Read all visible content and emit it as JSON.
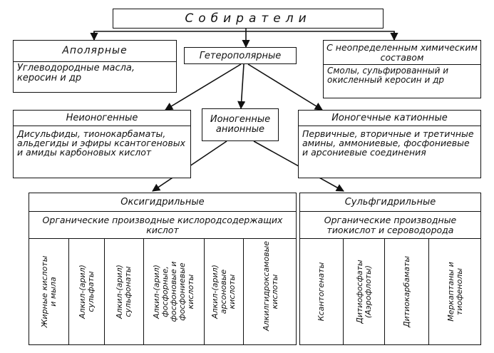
{
  "root": {
    "label": "Собиратели"
  },
  "apolar": {
    "title": "Аполярные",
    "desc": "Углеводородные масла, керосин и др"
  },
  "heteropolar": {
    "title": "Гетерополярные"
  },
  "undefined": {
    "title": "С неопределенным химическим составом",
    "desc": "Смолы, сульфированный и окисленный керосин и др"
  },
  "nonionic": {
    "title": "Неионогенные",
    "desc": "Дисульфиды, тионокарбаматы, альдегиды и эфиры ксантогеновых и амиды карбоновых кислот"
  },
  "anionic": {
    "title": "Ионогенные анионные"
  },
  "cationic": {
    "title": "Ионогечные катионные",
    "desc": "Первичные, вторичные и третичные амины, аммониевые, фосфониевые и арсониевые соединения"
  },
  "oxyhydryl": {
    "title": "Оксигидрильные",
    "subtitle": "Органические производные кислородсодержащих кислот",
    "items": [
      "Жирные кислоты и мыла",
      "Алкил-(арил) сульфаты",
      "Алкил-(арил) сульфонаты",
      "Алкил-(арил) фосфорные, фосфоновые и фосфониевые кислоты",
      "Алкил-(арил) арсоновые кислоты",
      "Алкилгидроксамовые кислоты"
    ]
  },
  "sulfhydryl": {
    "title": "Сульфгидрильные",
    "subtitle": "Органические производные тиокислот и сероводорода",
    "items": [
      "Ксантогенаты",
      "Дитиофосфаты (Аэрофлоты)",
      "Дитиокарбаматы",
      "Меркаптаны и тиофенолы"
    ]
  }
}
